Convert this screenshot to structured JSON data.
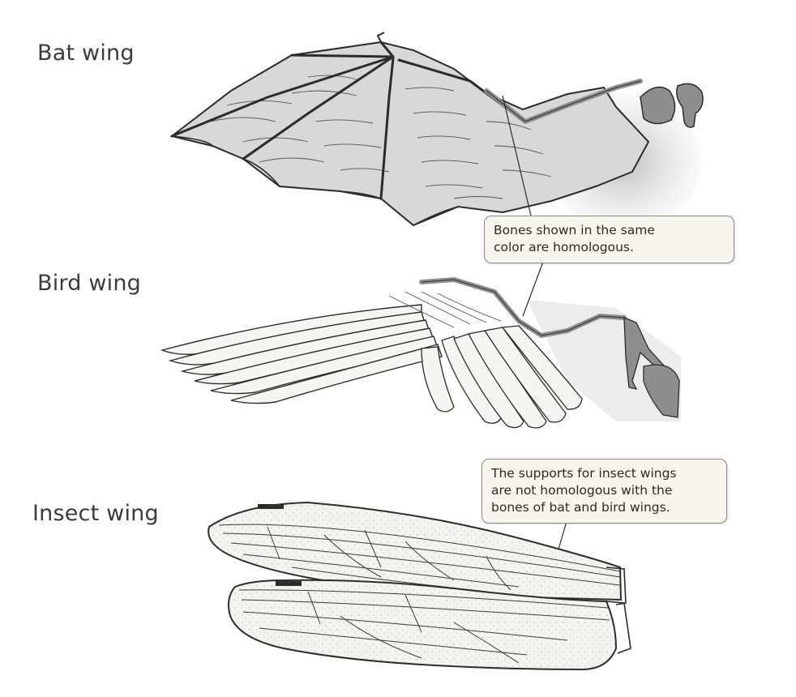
{
  "labels": {
    "bat": "Bat wing",
    "bird": "Bird wing",
    "insect": "Insect wing"
  },
  "callouts": {
    "homologous": [
      "Bones shown in the same",
      "color are homologous."
    ],
    "insect": [
      "The supports for insect wings",
      "are not homologous with the",
      "bones of bat and bird wings."
    ]
  },
  "colors": {
    "homologous_bone": "#8e8e8e",
    "membrane": "#d4d4d4",
    "outline": "#2b2b2b"
  }
}
